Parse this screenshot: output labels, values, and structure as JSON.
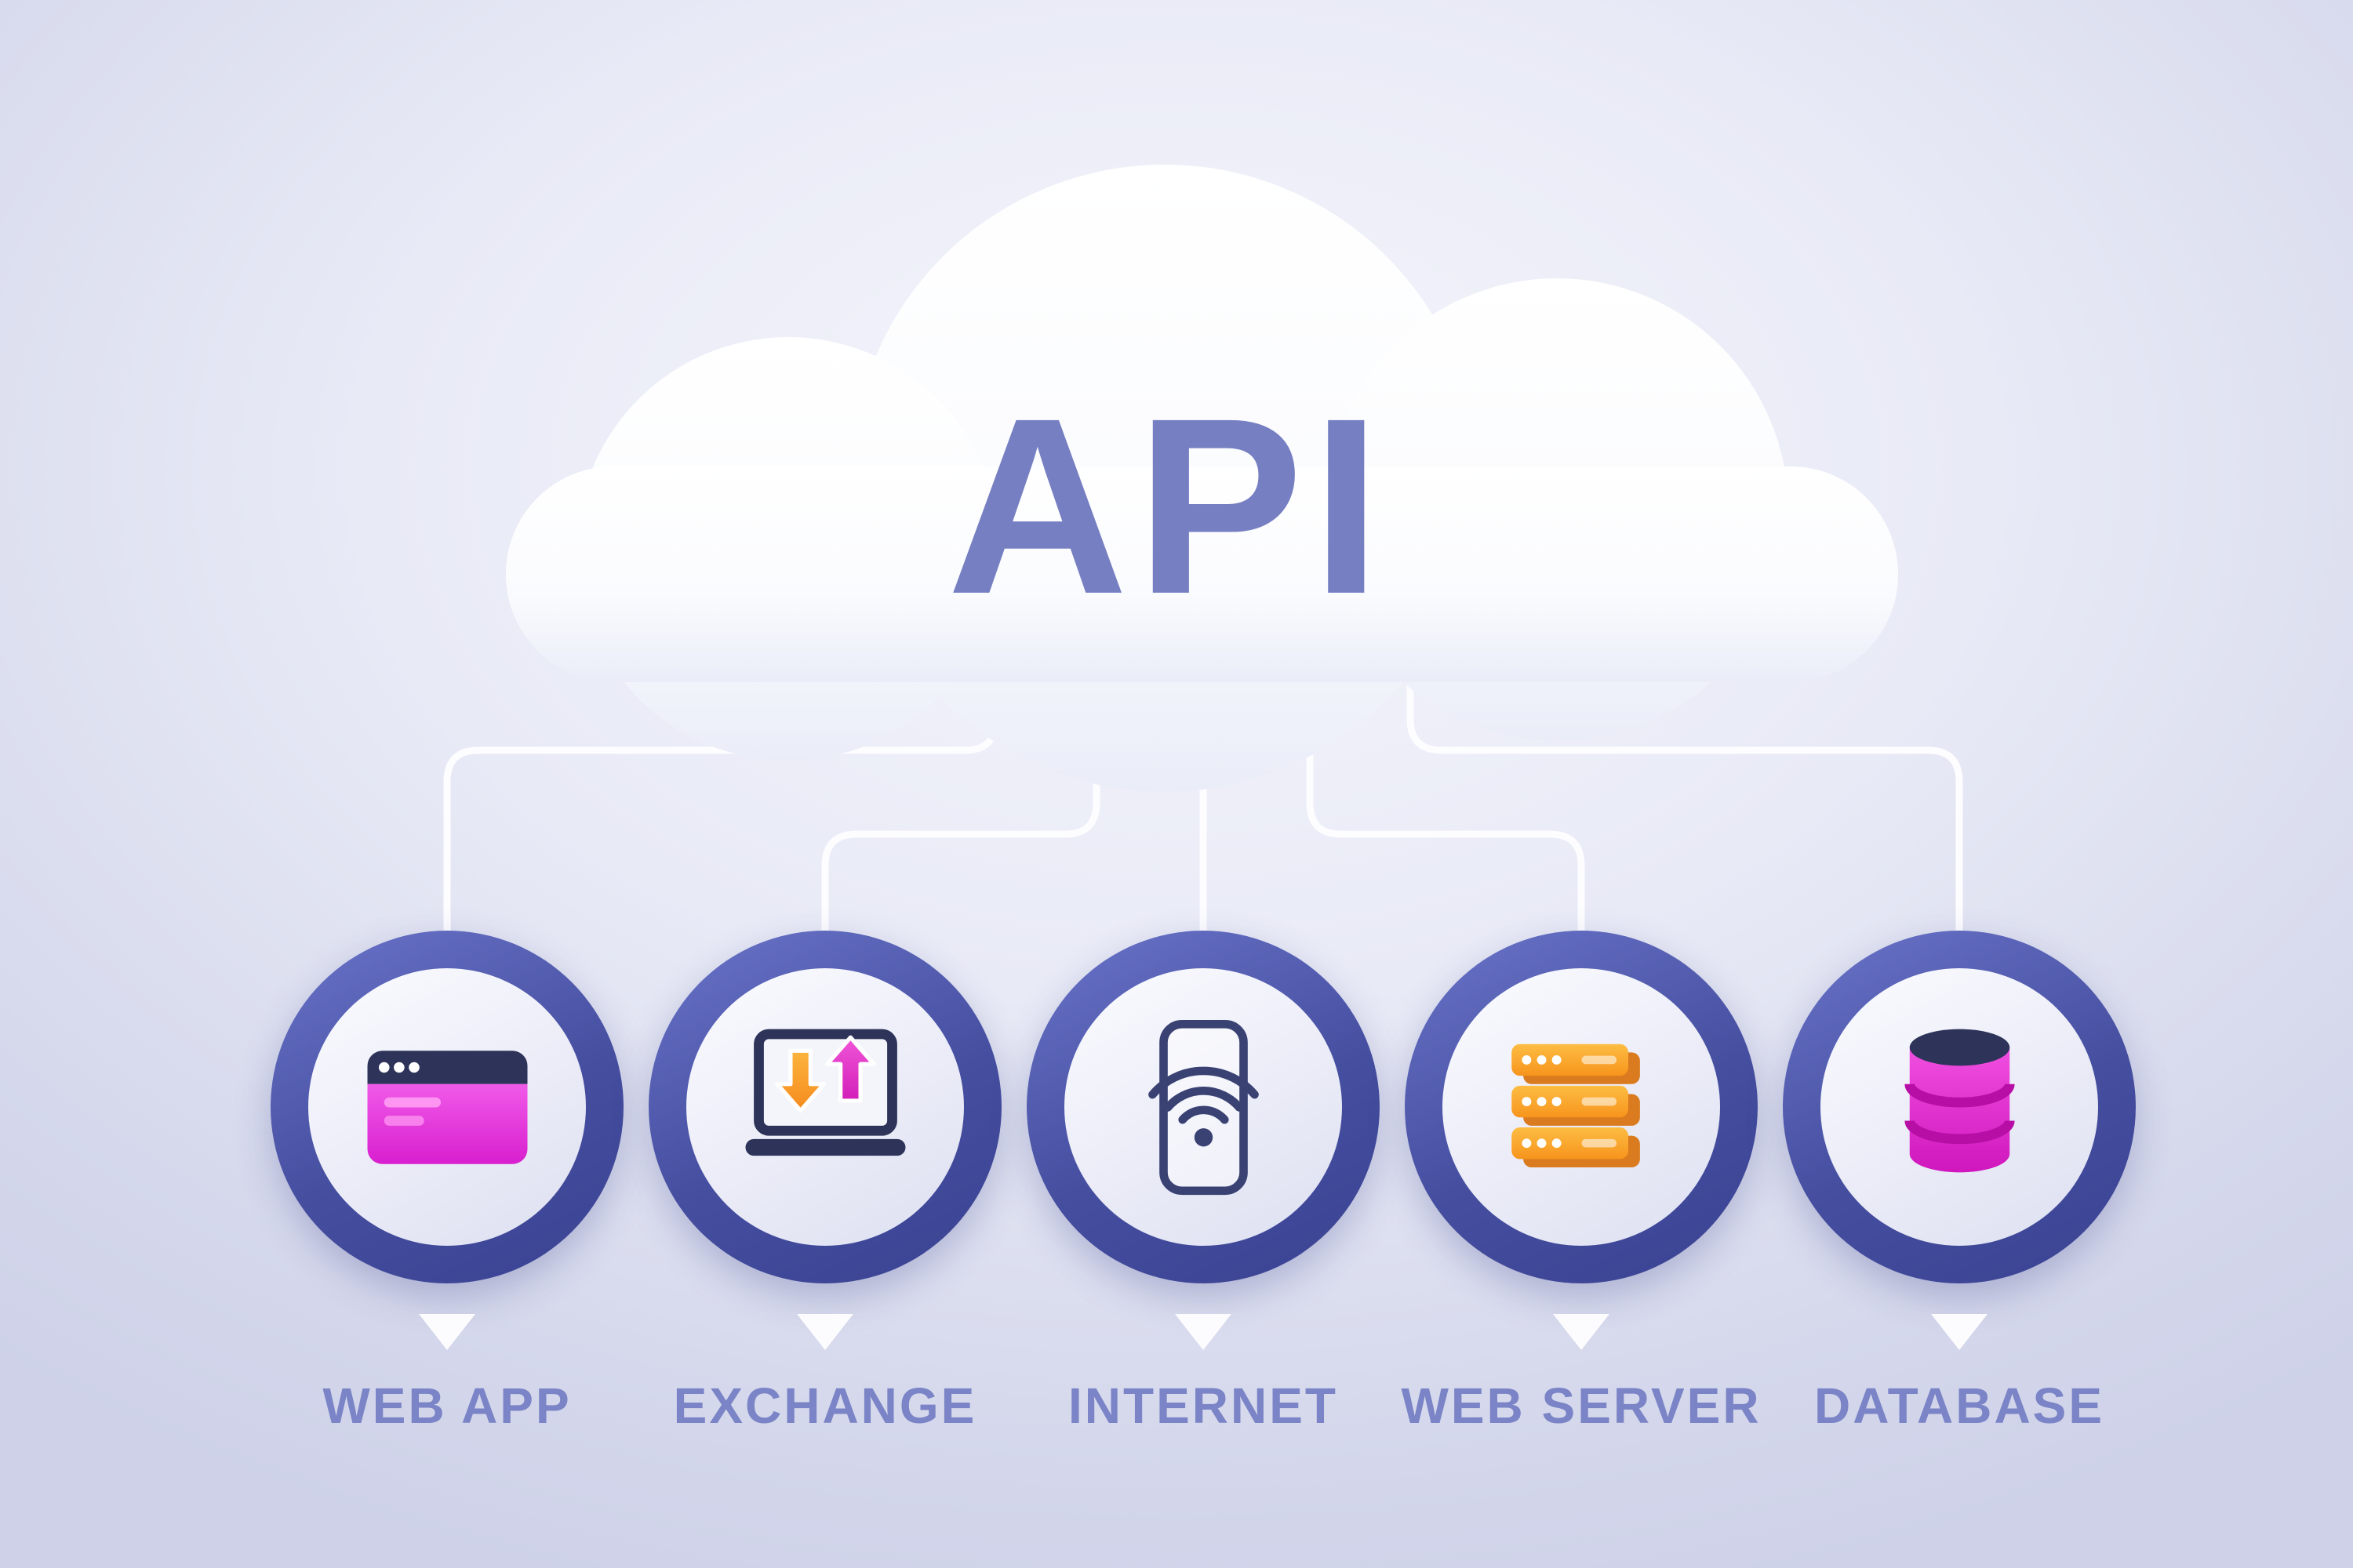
{
  "title": "API",
  "diagram_type": "api-cloud-infographic",
  "nodes": [
    {
      "label": "WEB APP",
      "icon": "browser-window-icon"
    },
    {
      "label": "EXCHANGE",
      "icon": "laptop-sync-arrows-icon"
    },
    {
      "label": "INTERNET",
      "icon": "smartphone-wifi-icon"
    },
    {
      "label": "WEB SERVER",
      "icon": "server-stack-icon"
    },
    {
      "label": "DATABASE",
      "icon": "database-cylinder-icon"
    }
  ],
  "colors": {
    "background_light": "#f5f5fb",
    "background_dark": "#ced1e8",
    "cloud_white": "#ffffff",
    "accent_text": "#767fc2",
    "ring_indigo": "#454e9f",
    "magenta": "#e232d4",
    "orange": "#f79a1f",
    "navy": "#2d3359",
    "connector_white": "#fdfdff"
  }
}
